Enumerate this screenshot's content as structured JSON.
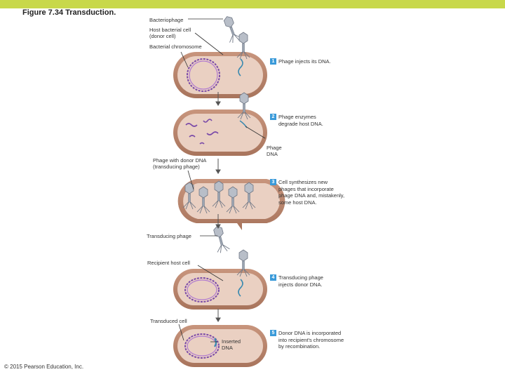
{
  "figure_title": "Figure 7.34  Transduction.",
  "labels": {
    "bacteriophage": "Bacteriophage",
    "host_cell_line1": "Host bacterial cell",
    "host_cell_line2": "(donor cell)",
    "bacterial_chromosome": "Bacterial chromosome",
    "phage_dna_line1": "Phage",
    "phage_dna_line2": "DNA",
    "phage_with_donor_line1": "Phage with donor DNA",
    "phage_with_donor_line2": "(transducing phage)",
    "transducing_phage": "Transducing phage",
    "recipient_host_cell": "Recipient host cell",
    "transduced_cell": "Transduced cell",
    "inserted_dna_line1": "Inserted",
    "inserted_dna_line2": "DNA"
  },
  "steps": [
    {
      "number": "1",
      "lines": [
        "Phage injects its DNA."
      ]
    },
    {
      "number": "2",
      "lines": [
        "Phage enzymes",
        "degrade host DNA."
      ]
    },
    {
      "number": "3",
      "lines": [
        "Cell synthesizes new",
        "phages that incorporate",
        "phage DNA and, mistakenly,",
        "some host DNA."
      ]
    },
    {
      "number": "4",
      "lines": [
        "Transducing phage",
        "injects donor DNA."
      ]
    },
    {
      "number": "5",
      "lines": [
        "Donor DNA is incorporated",
        "into recipient's chromosome",
        "by recombination."
      ]
    }
  ],
  "copyright": "© 2015 Pearson Education, Inc.",
  "colors": {
    "header_bar": "#c8d84a",
    "cell_outer": "#b5846a",
    "cell_inner": "#e8cbbd",
    "host_dna": "#7a4aa8",
    "phage_dna": "#3a8ab0",
    "step_badge": "#3a9ad9"
  }
}
